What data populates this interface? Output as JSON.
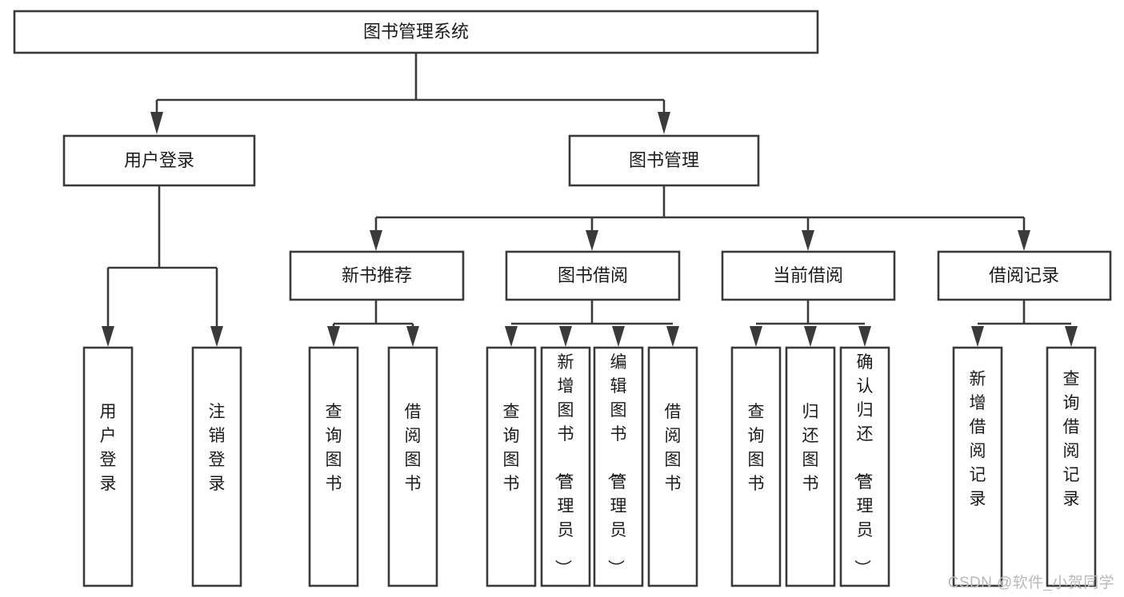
{
  "diagram": {
    "type": "tree-flowchart",
    "title": "图书管理系统",
    "watermark": "CSDN @软件_小贺同学",
    "colors": {
      "border": "#3a3a3a",
      "fill": "#ffffff",
      "text": "#1b1b1b",
      "watermark": "#b9b9b9",
      "background": "#ffffff"
    },
    "levels": {
      "root": {
        "label": "图书管理系统"
      },
      "level2": [
        {
          "label": "用户登录"
        },
        {
          "label": "图书管理"
        }
      ],
      "level3": [
        {
          "label": "新书推荐"
        },
        {
          "label": "图书借阅"
        },
        {
          "label": "当前借阅"
        },
        {
          "label": "借阅记录"
        }
      ],
      "leaves": {
        "user_login": [
          {
            "label": "用户登录"
          },
          {
            "label": "注销登录"
          }
        ],
        "new_book_recommend": [
          {
            "label": "查询图书"
          },
          {
            "label": "借阅图书"
          }
        ],
        "book_borrow": [
          {
            "label": "查询图书"
          },
          {
            "label": "新增图书（管理员）"
          },
          {
            "label": "编辑图书（管理员）"
          },
          {
            "label": "借阅图书"
          }
        ],
        "current_borrow": [
          {
            "label": "查询图书"
          },
          {
            "label": "归还图书"
          },
          {
            "label": "确认归还（管理员）"
          }
        ],
        "borrow_record": [
          {
            "label": "新增借阅记录"
          },
          {
            "label": "查询借阅记录"
          }
        ]
      }
    }
  }
}
